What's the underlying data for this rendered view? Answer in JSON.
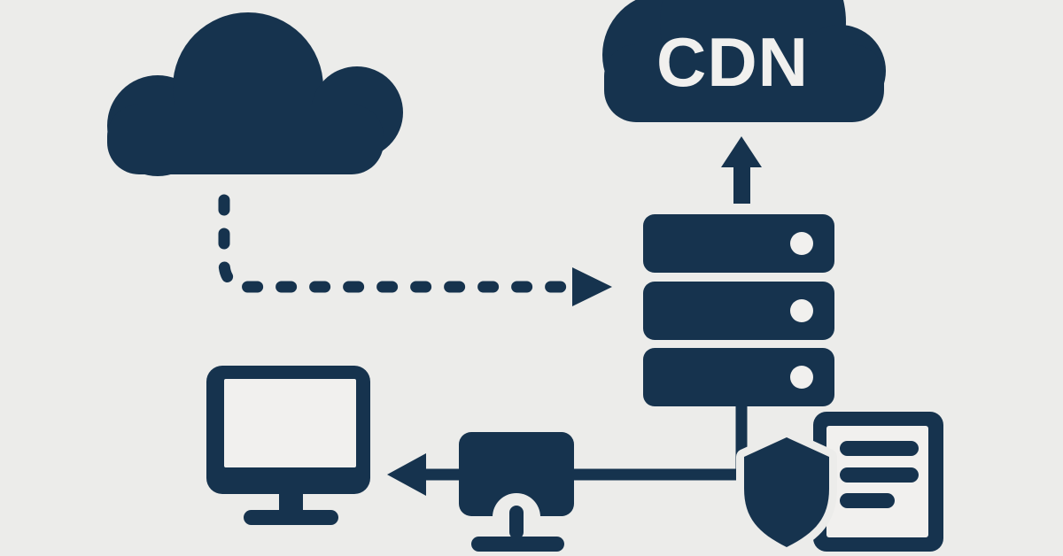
{
  "diagram": {
    "type": "architecture-flow",
    "topic": "CDN content delivery network diagram",
    "colors": {
      "ink": "#16334e",
      "paper": "#f1f0ee",
      "bg": "#ececea"
    },
    "nodes": [
      {
        "id": "origin-cloud",
        "icon": "cloud-icon",
        "label": ""
      },
      {
        "id": "cdn-cloud",
        "icon": "cloud-icon",
        "label": "CDN"
      },
      {
        "id": "server-stack",
        "icon": "server-rack-icon",
        "label": "",
        "rack_count": 3
      },
      {
        "id": "edge-device",
        "icon": "monitor-icon",
        "label": ""
      },
      {
        "id": "desktop-computer",
        "icon": "desktop-monitor-icon",
        "label": ""
      },
      {
        "id": "security-shield",
        "icon": "shield-icon",
        "label": ""
      },
      {
        "id": "content-document",
        "icon": "document-icon",
        "label": "",
        "text_lines": 3
      }
    ],
    "connections": [
      {
        "from": "origin-cloud",
        "to": "server-stack",
        "style": "dashed",
        "arrow": "right"
      },
      {
        "from": "server-stack",
        "to": "cdn-cloud",
        "style": "solid",
        "arrow": "up"
      },
      {
        "from": "server-stack",
        "to": "edge-device",
        "style": "solid",
        "arrow": "none"
      },
      {
        "from": "edge-device",
        "to": "desktop-computer",
        "style": "solid",
        "arrow": "left"
      }
    ]
  },
  "cdn_cloud": {
    "label": "CDN"
  }
}
